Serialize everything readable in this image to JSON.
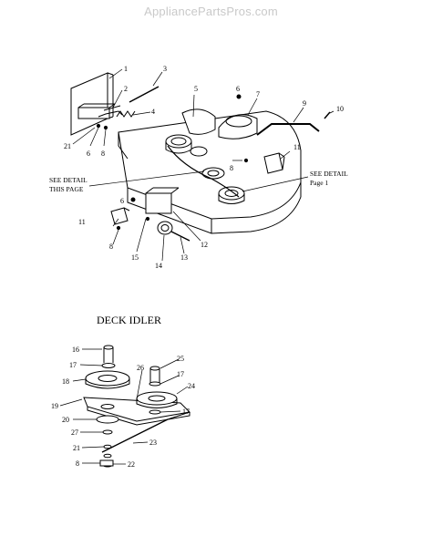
{
  "watermark": "AppliancePartsPros.com",
  "section_title": "DECK IDLER",
  "notes": {
    "see_detail_this_page_line1": "SEE DETAIL",
    "see_detail_this_page_line2": "THIS PAGE",
    "see_detail_page1_line1": "SEE DETAIL",
    "see_detail_page1_line2": "Page 1"
  },
  "callouts_top": {
    "c1": "1",
    "c2": "2",
    "c3": "3",
    "c4": "4",
    "c5": "5",
    "c6a": "6",
    "c6b": "6",
    "c6c": "6",
    "c7": "7",
    "c8a": "8",
    "c8b": "8",
    "c8c": "8",
    "c9": "9",
    "c10": "10",
    "c11a": "11",
    "c11b": "11",
    "c12": "12",
    "c13": "13",
    "c14": "14",
    "c15": "15",
    "c21": "21"
  },
  "callouts_bottom": {
    "c16": "16",
    "c17a": "17",
    "c17b": "17",
    "c17c": "17",
    "c18": "18",
    "c19": "19",
    "c20": "20",
    "c21": "21",
    "c22": "22",
    "c23": "23",
    "c24": "24",
    "c25": "25",
    "c26": "26",
    "c27": "27",
    "c8": "8"
  },
  "colors": {
    "ink": "#000000",
    "watermark": "#c9c9c9",
    "background": "#ffffff"
  }
}
